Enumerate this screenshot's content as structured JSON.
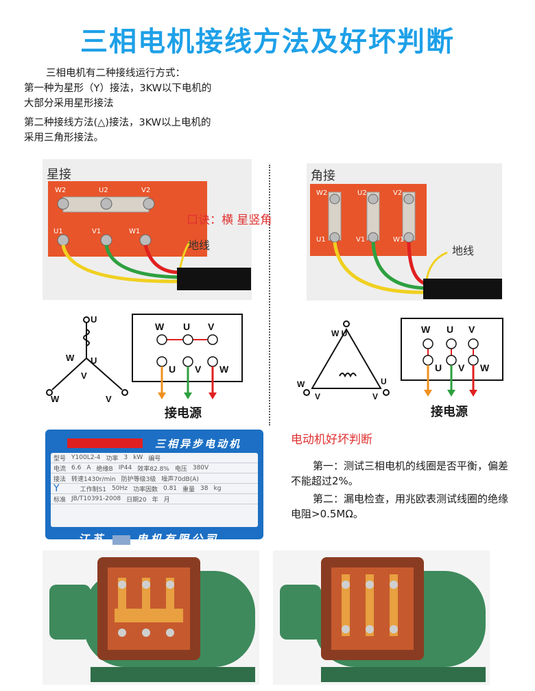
{
  "title": "三相电机接线方法及好坏判断",
  "intro": {
    "line1": "三相电机有二种接线运行方式：",
    "line2": "第一种为星形（Y）接法，3KW以下电机的",
    "line3": "大部分采用星形接法",
    "line4": "第二种接线方法(△)接法，3KW以上电机的",
    "line5": "采用三角形接法。"
  },
  "star": {
    "label": "星接",
    "ground": "地线",
    "top_terminals": [
      "W2",
      "U2",
      "V2"
    ],
    "bottom_terminals": [
      "U1",
      "V1",
      "W1"
    ]
  },
  "delta": {
    "label": "角接",
    "ground": "地线",
    "top_terminals": [
      "W2",
      "U2",
      "V2"
    ],
    "bottom_terminals": [
      "U1",
      "V1",
      "W1"
    ]
  },
  "mnemonic": "口诀：横 星竖角",
  "schematic": {
    "power_label_star": "接电源",
    "power_label_delta": "接电源"
  },
  "nameplate": {
    "title": "三相异步电动机",
    "rows": [
      [
        "型号",
        "Y100L2-4",
        "功率",
        "3",
        "kW",
        "编号"
      ],
      [
        "电流",
        "6.6",
        "A",
        "绝缘B",
        "IP44",
        "效率82.8%",
        "电压",
        "380V"
      ],
      [
        "接法",
        "转速1430r/min",
        "防护等级3级",
        "噪声70dB(A)"
      ],
      [
        "工作制S1",
        "50Hz",
        "功率因数",
        "0.81",
        "重量",
        "38",
        "kg"
      ],
      [
        "标准",
        "JB/T10391-2008",
        "日期20",
        "年",
        "月"
      ]
    ],
    "connection_symbol": "Y",
    "maker": "江苏",
    "maker_suffix": "电机有限公司"
  },
  "judge": {
    "title": "电动机好坏判断",
    "p1": "第一：测试三相电机的线圈是否平衡，偏差不能超过2%。",
    "p2": "第二：漏电检查，用兆欧表测试线圈的绝缘电阻>0.5MΩ。"
  },
  "colors": {
    "title": "#1ea0e8",
    "red_text": "#e03030",
    "terminal_board": "#e8552a",
    "wire_yellow": "#f0d020",
    "wire_green": "#2ea040",
    "wire_red": "#e02020",
    "motor_green": "#3e8a5c"
  }
}
